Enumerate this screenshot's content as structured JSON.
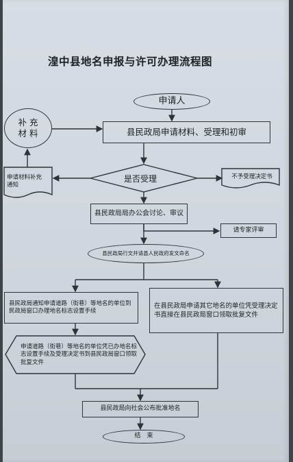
{
  "title": "湟中县地名申报与许可办理流程图",
  "nodes": {
    "start": "申请人",
    "supplement": "补 充\n材 料",
    "accept_materials": "县民政局申请材料、受理和初审",
    "decision": "是否受理",
    "reject": "不予受理决定书",
    "notify_supplement": "申请材料补充\n通知",
    "office_meeting": "县民政局局办公会讨论、审议",
    "expert_review": "请专家评审",
    "county_gov": "县民政局行文并请县人民政府发文命名",
    "left_branch": "县民政局通知申请道路（街巷）等地名的单位到民政局窗口办理地名标志设置手续",
    "right_branch": "在县民政局申请其它地名的单位凭受理决定书直接在县民政局窗口领取批复文件",
    "hex_step": "申请道路（街巷）等地名的单位凭已办地名标志设置手续及受理决定书到县民政局窗口领取批复文件",
    "announce": "县民政局向社会公布批准地名",
    "end": "结　束"
  },
  "colors": {
    "paper": "#d4dae1",
    "ink": "#2e333a",
    "background": "#3f4449"
  }
}
